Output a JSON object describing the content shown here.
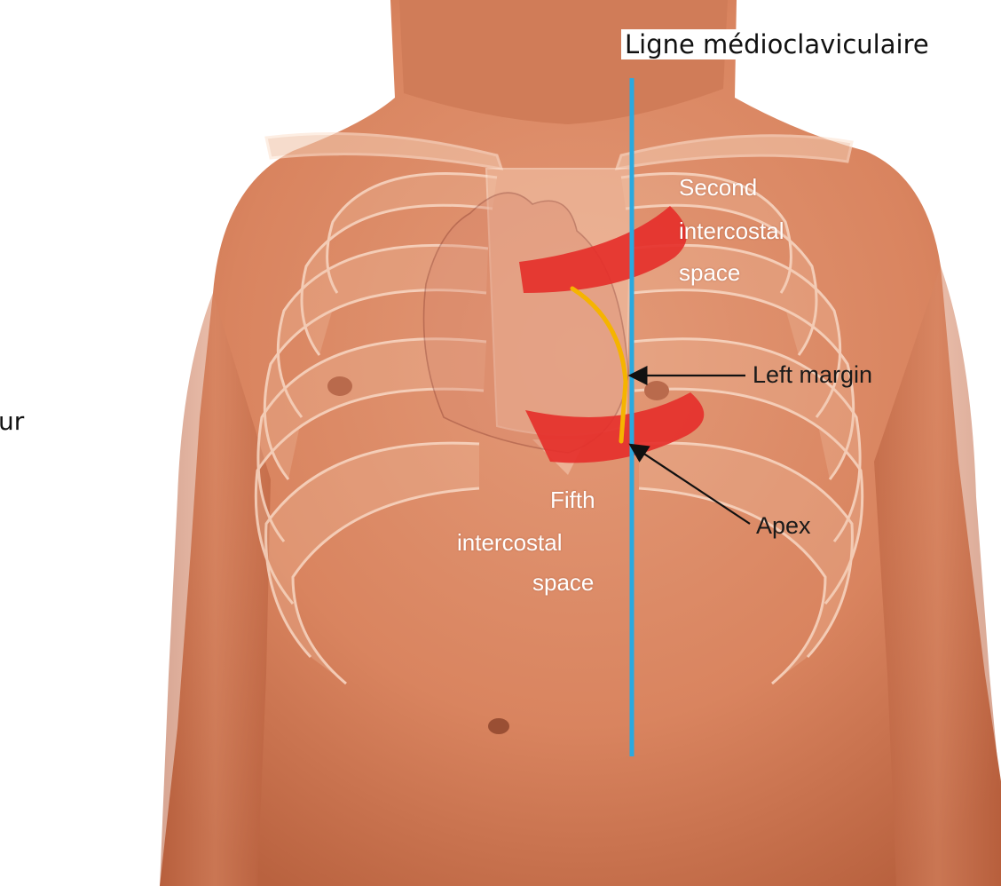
{
  "title": "Ligne médioclaviculaire",
  "cut_left_text": "ur",
  "labels": {
    "second_line1": "Second",
    "second_line2": "intercostal",
    "second_line3": "space",
    "left_margin": "Left margin",
    "fifth_line1": "Fifth",
    "fifth_line2": "intercostal",
    "fifth_line3": "space",
    "apex": "Apex"
  },
  "colors": {
    "midclavicular_line": "#2aa9df",
    "heart_margin": "#f5b400",
    "intercostal_highlight": "#e5302b",
    "skin": "#d98565",
    "rib": "#f2c3a6",
    "arrow": "#111111"
  }
}
